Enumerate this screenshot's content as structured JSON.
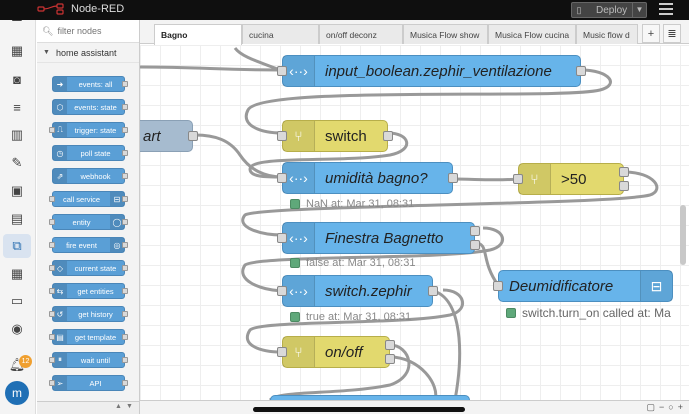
{
  "header": {
    "app_title": "Node-RED",
    "deploy_label": "Deploy"
  },
  "rail": {
    "badge_count": "12",
    "avatar_letter": "m"
  },
  "palette": {
    "filter_placeholder": "filter nodes",
    "category": "home assistant",
    "nodes": [
      {
        "label": "events: all",
        "icon": "arrow-icon"
      },
      {
        "label": "events: state",
        "icon": "hexagon-icon"
      },
      {
        "label": "trigger: state",
        "icon": "trigger-icon"
      },
      {
        "label": "poll state",
        "icon": "clock-icon"
      },
      {
        "label": "webhook",
        "icon": "link-icon"
      },
      {
        "label": "call service",
        "icon": "router-icon"
      },
      {
        "label": "entity",
        "icon": "circle-icon"
      },
      {
        "label": "fire event",
        "icon": "broadcast-icon"
      },
      {
        "label": "current state",
        "icon": "diamond-icon"
      },
      {
        "label": "get entities",
        "icon": "arrows-icon"
      },
      {
        "label": "get history",
        "icon": "history-icon"
      },
      {
        "label": "get template",
        "icon": "template-icon"
      },
      {
        "label": "wait until",
        "icon": "pause-icon"
      },
      {
        "label": "API",
        "icon": "send-icon"
      }
    ]
  },
  "tabs": [
    {
      "label": "Bagno",
      "active": true
    },
    {
      "label": "cucina",
      "active": false
    },
    {
      "label": "on/off deconz",
      "active": false
    },
    {
      "label": "Musica Flow show",
      "active": false
    },
    {
      "label": "Musica Flow cucina",
      "active": false
    },
    {
      "label": "Music flow d",
      "active": false
    }
  ],
  "flow": {
    "nodes": {
      "start": "art",
      "input_boolean": "input_boolean.zephir_ventilazione",
      "switch1": "switch",
      "umidita": "umidità bagno?",
      "gt50": ">50",
      "finestra": "Finestra Bagnetto",
      "deumidificatore": "Deumidificatore",
      "switch_zephir": "switch.zephir",
      "onoff": "on/off"
    },
    "status": {
      "umidita": "NaN at: Mar 31, 08:31",
      "finestra": "false at: Mar 31, 08:31",
      "switch_zephir": "true at: Mar 31, 08:31",
      "deumidificatore": "switch.turn_on called at: Ma"
    }
  },
  "colors": {
    "node_blue": "#67b4ea",
    "node_yellow": "#e2d96e",
    "status_green": "#5fa87a",
    "header": "#0f0f0f"
  }
}
